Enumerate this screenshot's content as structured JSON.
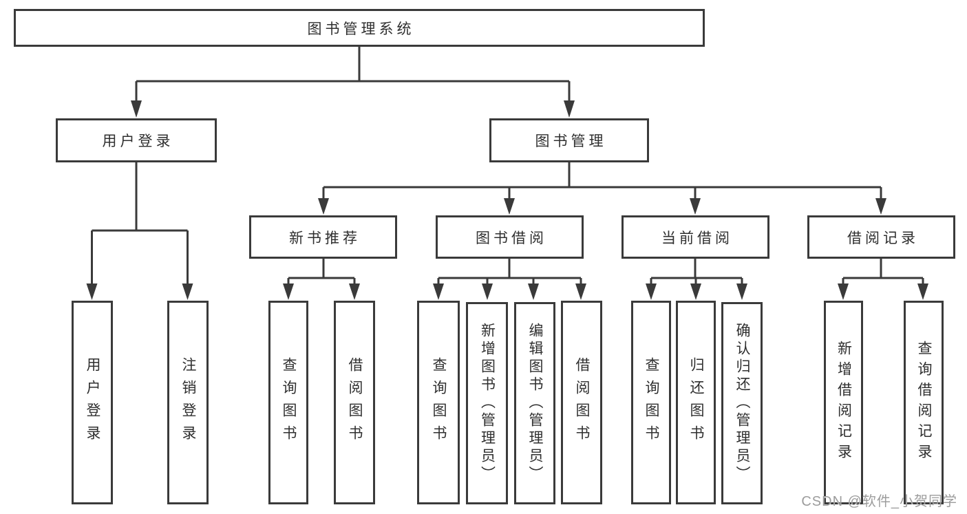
{
  "nodes": {
    "root": "图书管理系统",
    "user_login_branch": "用户登录",
    "book_mgmt_branch": "图书管理",
    "new_book_rec": "新书推荐",
    "book_borrow": "图书借阅",
    "current_borrow": "当前借阅",
    "borrow_records": "借阅记录",
    "leaf_user_login": "用户登录",
    "leaf_logout": "注销登录",
    "leaf_nbr_query_books": "查询图书",
    "leaf_nbr_borrow_books": "借阅图书",
    "leaf_bb_query_books": "查询图书",
    "leaf_bb_add_books": "新增图书（管理员）",
    "leaf_bb_edit_books": "编辑图书（管理员）",
    "leaf_bb_borrow_books": "借阅图书",
    "leaf_cb_query_books": "查询图书",
    "leaf_cb_return_books": "归还图书",
    "leaf_cb_confirm_return": "确认归还（管理员）",
    "leaf_br_add_record": "新增借阅记录",
    "leaf_br_query_record": "查询借阅记录"
  },
  "watermark": "CSDN @软件_小贺同学",
  "colors": {
    "line": "#3a3a3a",
    "text": "#2f2f2f",
    "watermark_gray": "#9c9c9c",
    "background": "#ffffff"
  }
}
